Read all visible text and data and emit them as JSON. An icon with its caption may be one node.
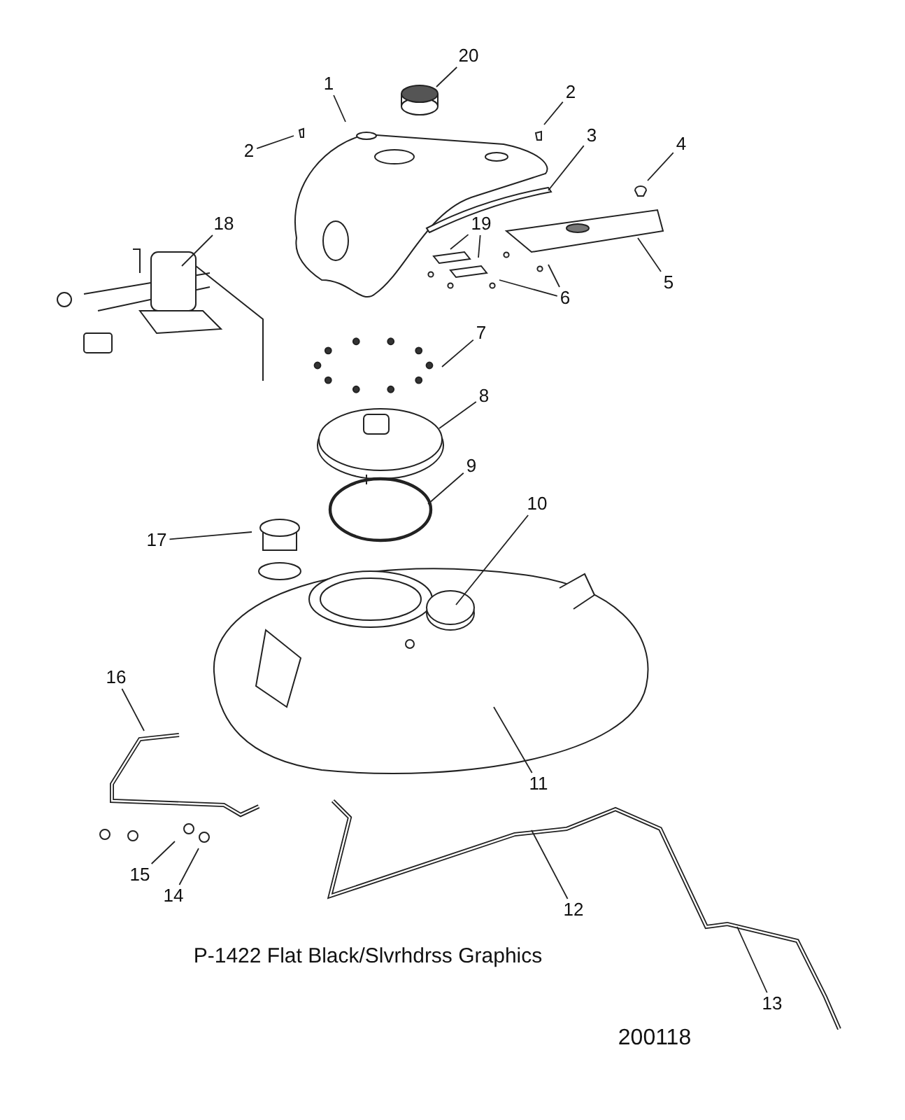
{
  "diagram": {
    "nodes": [
      {
        "text": [
          "20"
        ]
      },
      {
        "text": [
          "1"
        ]
      },
      {
        "text": [
          "2"
        ]
      },
      {
        "text": [
          "2"
        ]
      },
      {
        "text": [
          "3"
        ]
      },
      {
        "text": [
          "4"
        ]
      },
      {
        "text": [
          "18"
        ]
      },
      {
        "text": [
          "19"
        ]
      },
      {
        "text": [
          "5"
        ]
      },
      {
        "text": [
          "6"
        ]
      },
      {
        "text": [
          "7"
        ]
      },
      {
        "text": [
          "8"
        ]
      },
      {
        "text": [
          "9"
        ]
      },
      {
        "text": [
          "10"
        ]
      },
      {
        "text": [
          "17"
        ]
      },
      {
        "text": [
          "16"
        ]
      },
      {
        "text": [
          "11"
        ]
      },
      {
        "text": [
          "15"
        ]
      },
      {
        "text": [
          "14"
        ]
      },
      {
        "text": [
          "12"
        ]
      },
      {
        "text": [
          "13"
        ]
      }
    ],
    "edges": [
      {
        "from": 0,
        "to": null,
        "arrow": "none"
      },
      {
        "from": 1,
        "to": null,
        "arrow": "none"
      },
      {
        "from": 2,
        "to": null,
        "arrow": "none"
      },
      {
        "from": 3,
        "to": null,
        "arrow": "none"
      },
      {
        "from": 4,
        "to": null,
        "arrow": "none"
      },
      {
        "from": 5,
        "to": null,
        "arrow": "none"
      },
      {
        "from": 6,
        "to": null,
        "arrow": "none"
      },
      {
        "from": 7,
        "to": null,
        "arrow": "none"
      },
      {
        "from": 7,
        "to": null,
        "arrow": "none"
      },
      {
        "from": 8,
        "to": null,
        "arrow": "none"
      },
      {
        "from": 9,
        "to": null,
        "arrow": "none"
      },
      {
        "from": 9,
        "to": null,
        "arrow": "none"
      },
      {
        "from": 10,
        "to": null,
        "arrow": "none"
      },
      {
        "from": 11,
        "to": null,
        "arrow": "none"
      },
      {
        "from": 12,
        "to": null,
        "arrow": "none"
      },
      {
        "from": 13,
        "to": null,
        "arrow": "none"
      },
      {
        "from": 14,
        "to": null,
        "arrow": "none"
      },
      {
        "from": 15,
        "to": null,
        "arrow": "none"
      },
      {
        "from": 16,
        "to": null,
        "arrow": "none"
      },
      {
        "from": 17,
        "to": null,
        "arrow": "none"
      },
      {
        "from": 18,
        "to": null,
        "arrow": "none"
      },
      {
        "from": 19,
        "to": null,
        "arrow": "none"
      },
      {
        "from": 20,
        "to": null,
        "arrow": "none"
      }
    ],
    "labels": [
      "P-1422 Flat Black/Slvrhdrss Graphics",
      "200118"
    ]
  }
}
